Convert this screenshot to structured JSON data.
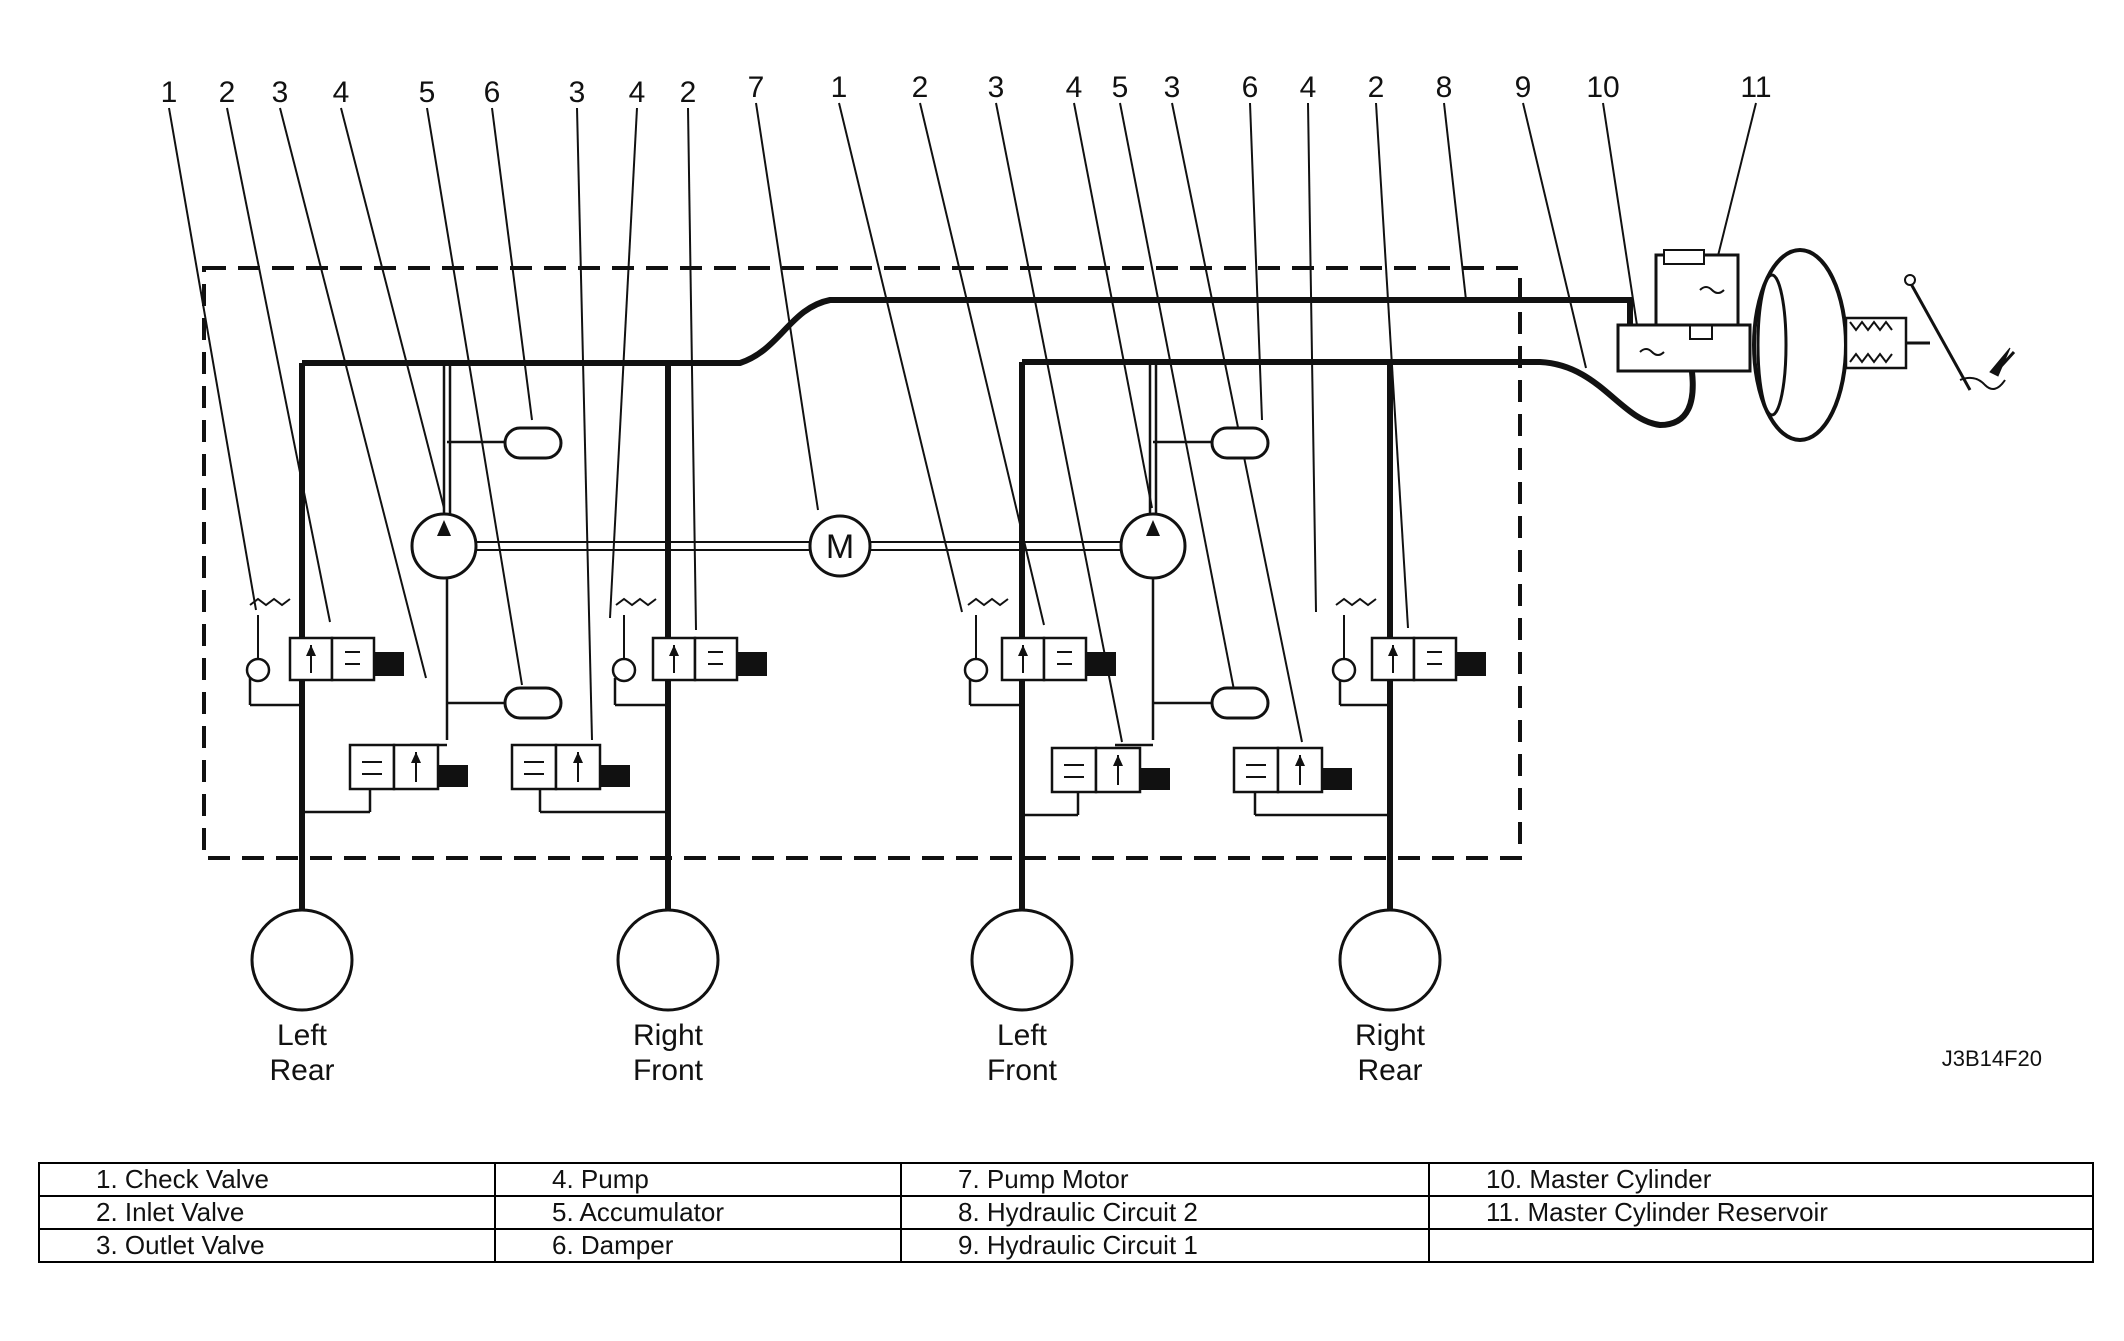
{
  "figure_code": "J3B14F20",
  "motor_symbol": "M",
  "callouts": [
    "1",
    "2",
    "3",
    "4",
    "5",
    "6",
    "3",
    "4",
    "2",
    "7",
    "1",
    "2",
    "3",
    "4",
    "5",
    "3",
    "6",
    "4",
    "2",
    "8",
    "9",
    "10",
    "11"
  ],
  "wheels": [
    {
      "line1": "Left",
      "line2": "Rear"
    },
    {
      "line1": "Right",
      "line2": "Front"
    },
    {
      "line1": "Left",
      "line2": "Front"
    },
    {
      "line1": "Right",
      "line2": "Rear"
    }
  ],
  "legend": {
    "rows": [
      [
        "1. Check Valve",
        "4. Pump",
        "7. Pump Motor",
        "10. Master Cylinder"
      ],
      [
        "2. Inlet Valve",
        "5. Accumulator",
        "8. Hydraulic Circuit 2",
        "11. Master Cylinder Reservoir"
      ],
      [
        "3. Outlet Valve",
        "6. Damper",
        "9. Hydraulic Circuit 1",
        ""
      ]
    ]
  }
}
